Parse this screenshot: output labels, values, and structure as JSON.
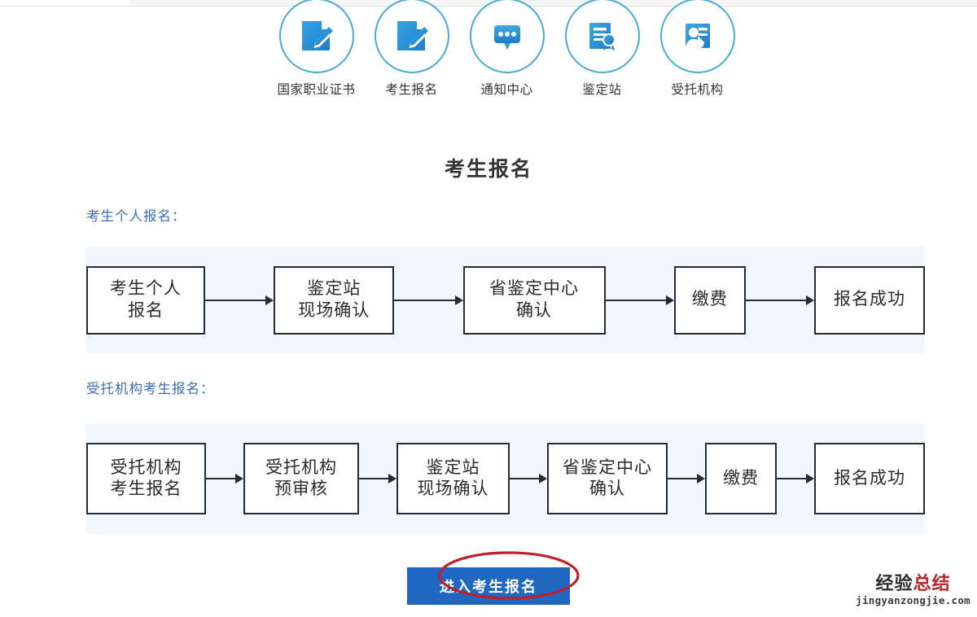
{
  "nav": {
    "items": [
      {
        "label": "国家职业证书",
        "icon": "document-pencil-icon"
      },
      {
        "label": "考生报名",
        "icon": "document-pencil-icon"
      },
      {
        "label": "通知中心",
        "icon": "chat-bubble-icon"
      },
      {
        "label": "鉴定站",
        "icon": "certificate-badge-icon"
      },
      {
        "label": "受托机构",
        "icon": "people-idcard-icon"
      }
    ]
  },
  "page": {
    "title": "考生报名"
  },
  "sections": [
    {
      "label": "考生个人报名：",
      "steps": [
        "考生个人\n报名",
        "鉴定站\n现场确认",
        "省鉴定中心\n确认",
        "缴费",
        "报名成功"
      ],
      "box_widths": [
        146,
        148,
        175,
        88,
        136
      ]
    },
    {
      "label": "受托机构考生报名：",
      "steps": [
        "受托机构\n考生报名",
        "受托机构\n预审核",
        "鉴定站\n现场确认",
        "省鉴定中心\n确认",
        "缴费",
        "报名成功"
      ],
      "box_widths": [
        147,
        142,
        139,
        148,
        88,
        136
      ]
    }
  ],
  "cta": {
    "label": "进入考生报名",
    "button_color": "#1f67c1",
    "annotation": "red-ellipse-highlight",
    "annotation_color": "#bf212a"
  },
  "watermark": {
    "text_dark": "经验",
    "text_red": "总结",
    "url": "jingyanzongjie.com"
  },
  "colors": {
    "accent_blue": "#49a9d8",
    "band_background": "#f1f7fd",
    "section_label": "#3a6fb5",
    "box_border": "#262b33"
  }
}
